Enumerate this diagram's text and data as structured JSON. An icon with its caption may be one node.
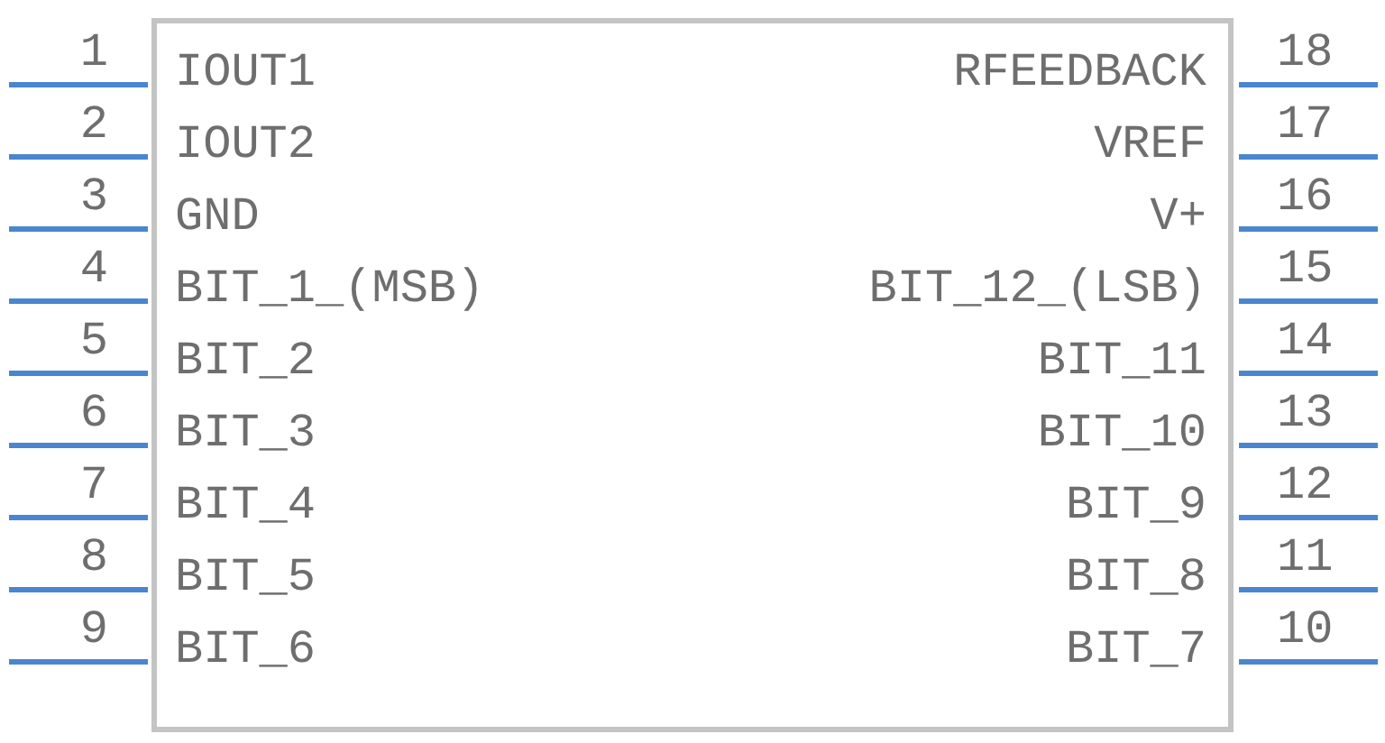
{
  "diagram": {
    "nodes": [
      {
        "text": [
          "IOUT1",
          "RFEEDBACK",
          "IOUT2",
          "VREF",
          "GND",
          "V+",
          "BIT_1_(MSB)",
          "BIT_12_(LSB)",
          "BIT_2",
          "BIT_11",
          "BIT_3",
          "BIT_10",
          "BIT_4",
          "BIT_9",
          "BIT_5",
          "BIT_8",
          "BIT_6",
          "BIT_7"
        ]
      }
    ],
    "labels": [
      "1",
      "18",
      "2",
      "17",
      "3",
      "16",
      "4",
      "15",
      "5",
      "14",
      "6",
      "13",
      "7",
      "12",
      "8",
      "11",
      "9",
      "10"
    ]
  }
}
